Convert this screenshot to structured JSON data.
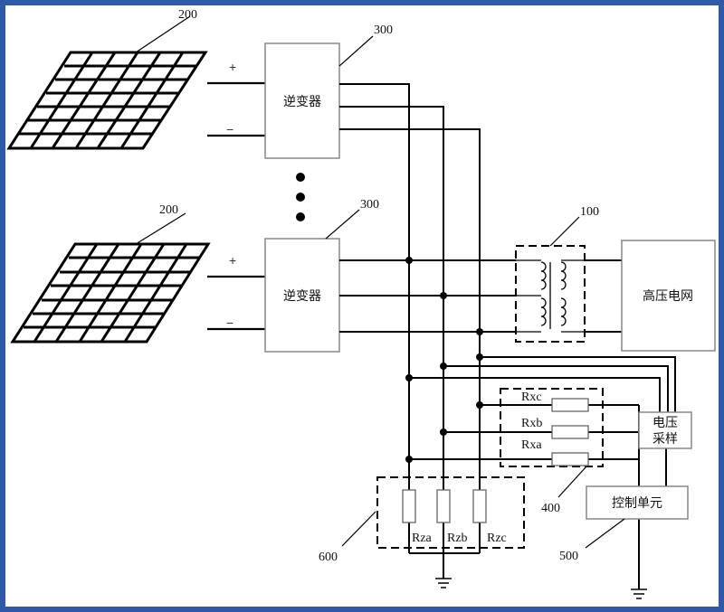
{
  "labels": {
    "panel_top": "200",
    "panel_bottom": "200",
    "inverter_top": "300",
    "inverter_bottom": "300",
    "transformer": "100",
    "rx_group": "400",
    "control": "500",
    "rz_group": "600"
  },
  "blocks": {
    "inverter_top": "逆变器",
    "inverter_bottom": "逆变器",
    "grid": "高压电网",
    "sampling_line1": "电压",
    "sampling_line2": "采样",
    "control_unit": "控制单元"
  },
  "resistors": {
    "rx": [
      "Rxc",
      "Rxb",
      "Rxa"
    ],
    "rz": [
      "Rza",
      "Rzb",
      "Rzc"
    ]
  },
  "signs": {
    "plus": "+",
    "minus": "−"
  }
}
